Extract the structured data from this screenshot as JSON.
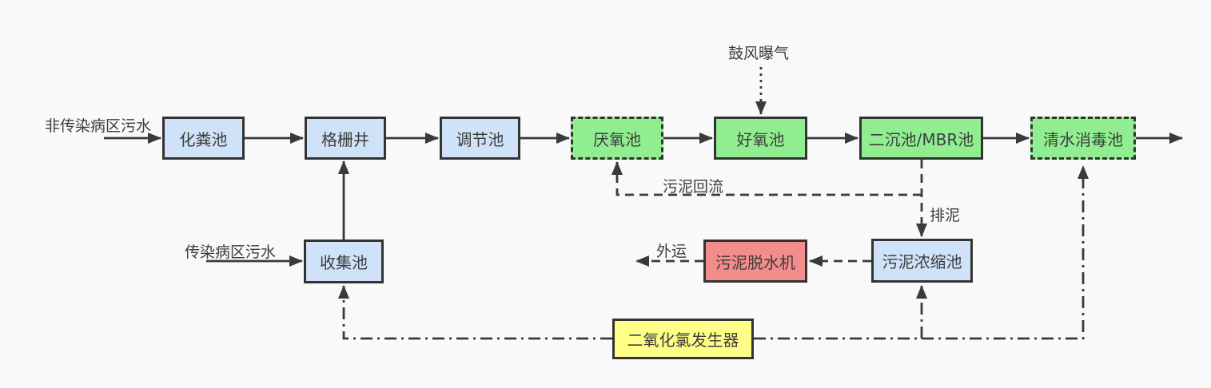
{
  "colors": {
    "bg": "#f9f9f9",
    "line": "#3a3a3a",
    "text": "#3d3d3d",
    "border": "#333333",
    "blue": "#cfe2f7",
    "green": "#90ee90",
    "red": "#f58c8c",
    "yellow": "#ffff88"
  },
  "nodes": {
    "septic": {
      "label": "化粪池"
    },
    "grid": {
      "label": "格栅井"
    },
    "regulating": {
      "label": "调节池"
    },
    "anaerobic": {
      "label": "厌氧池"
    },
    "aerobic": {
      "label": "好氧池"
    },
    "clarifier": {
      "label": "二沉池/MBR池"
    },
    "disinfection": {
      "label": "清水消毒池"
    },
    "collection": {
      "label": "收集池"
    },
    "dewatering": {
      "label": "污泥脱水机"
    },
    "thickener": {
      "label": "污泥浓缩池"
    },
    "chlorine_generator": {
      "label": "二氧化氯发生器"
    }
  },
  "edge_labels": {
    "non_infectious_inflow": "非传染病区污水",
    "infectious_inflow": "传染病区污水",
    "blast_aeration": "鼓风曝气",
    "sludge_return": "污泥回流",
    "sludge_discharge": "排泥",
    "outbound": "外运"
  }
}
